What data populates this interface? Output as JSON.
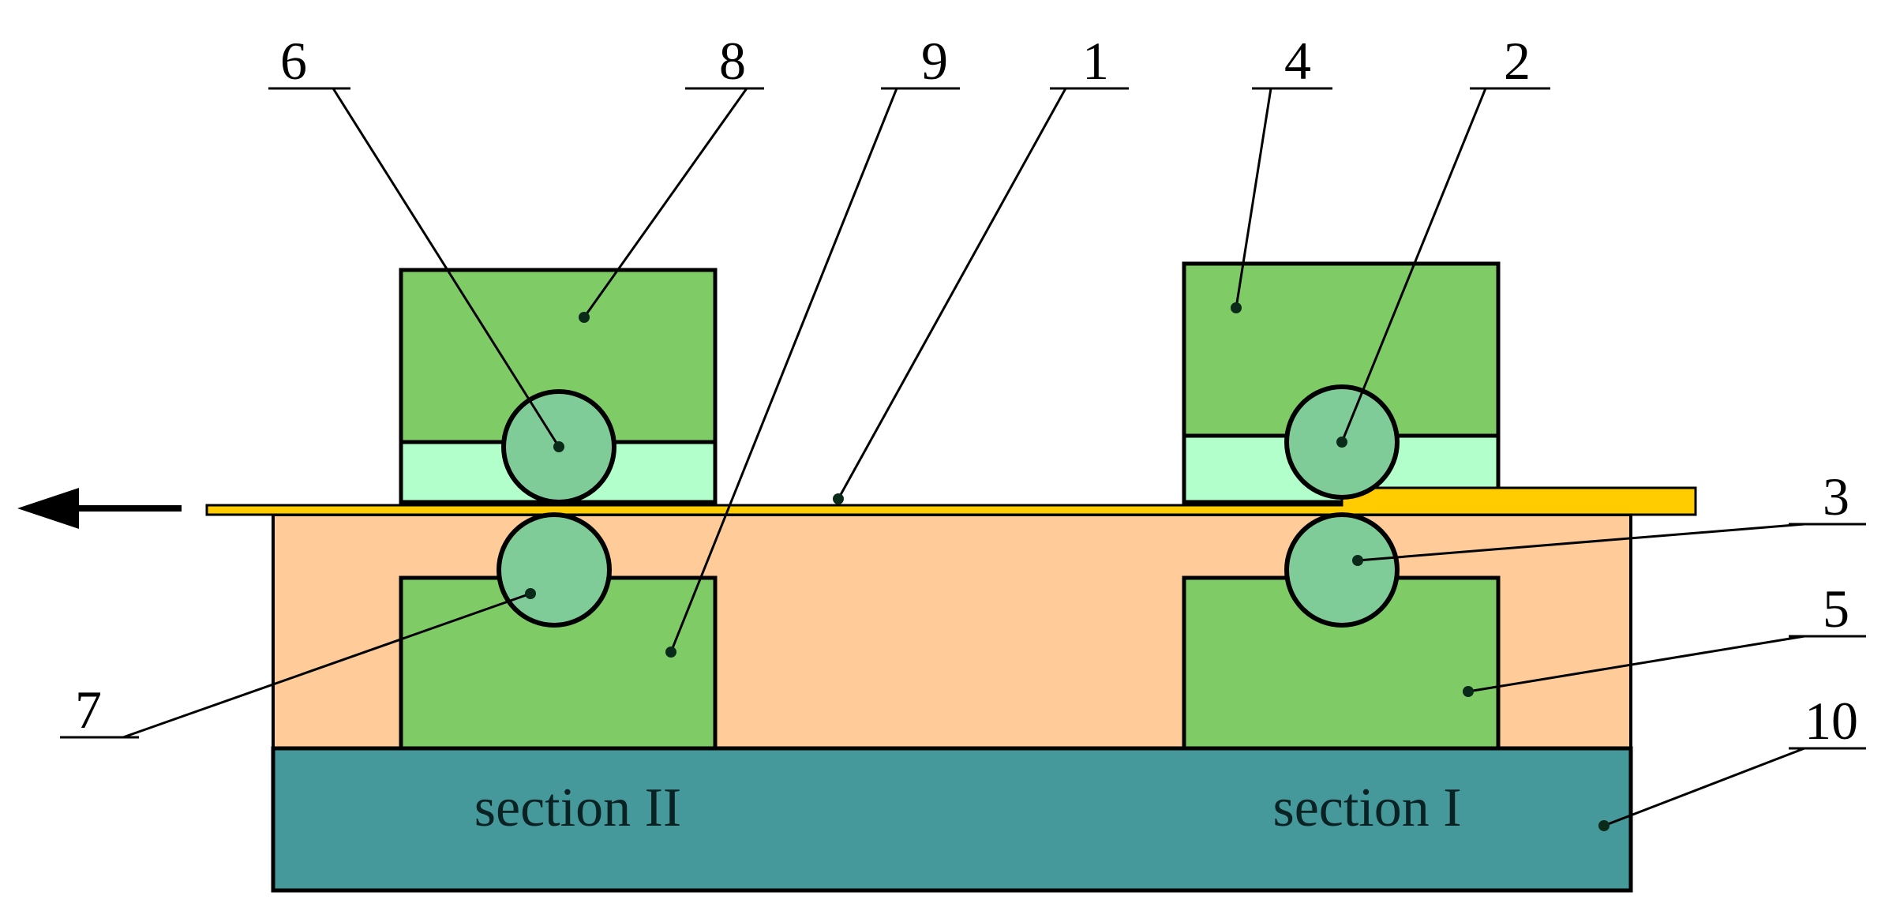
{
  "diagram": {
    "labels": {
      "l1": "1",
      "l2": "2",
      "l3": "3",
      "l4": "4",
      "l5": "5",
      "l6": "6",
      "l7": "7",
      "l8": "8",
      "l9": "9",
      "l10": "10"
    },
    "sections": {
      "left": "section II",
      "right": "section I"
    },
    "colors": {
      "housing": "#ffcc99",
      "blocks": "#7fcc66",
      "inserts": "#b3ffcc",
      "rolls": "#80cc99",
      "strip": "#ffcc00",
      "base": "#45999a",
      "outline": "#000000"
    },
    "arrow": "direction-left"
  }
}
